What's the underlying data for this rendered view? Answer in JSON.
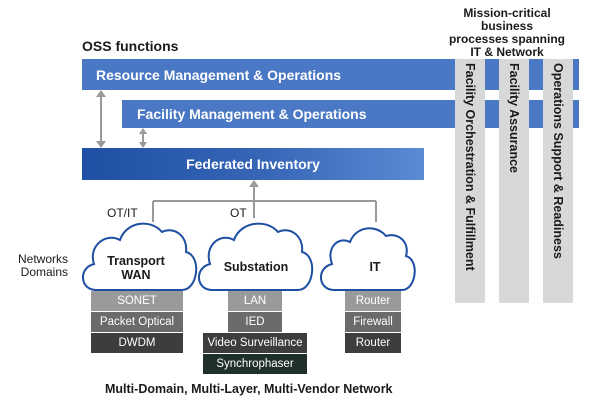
{
  "header": {
    "mission_line1": "Mission-critical business",
    "mission_line2": "processes spanning",
    "mission_line3": "IT & Network",
    "oss_label": "OSS functions"
  },
  "bands": {
    "resource": "Resource Management & Operations",
    "facility": "Facility Management & Operations",
    "federated": "Federated Inventory"
  },
  "columns": {
    "orchestration": "Facility Orchestration & Fulfillment",
    "assurance": "Facility Assurance",
    "operations": "Operations Support & Readiness"
  },
  "connectors": {
    "ot_it": "OT/IT",
    "ot": "OT"
  },
  "domains_label": {
    "line1": "Networks",
    "line2": "Domains"
  },
  "domains": [
    {
      "name_line1": "Transport",
      "name_line2": "WAN",
      "items": [
        "SONET",
        "Packet Optical",
        "DWDM"
      ]
    },
    {
      "name_line1": "Substation",
      "name_line2": "",
      "items": [
        "LAN",
        "IED",
        "Video Surveillance",
        "Synchrophaser"
      ]
    },
    {
      "name_line1": "IT",
      "name_line2": "",
      "items": [
        "Router",
        "Firewall",
        "Router"
      ]
    }
  ],
  "footer": "Multi-Domain, Multi-Layer, Multi-Vendor Network",
  "colors": {
    "band_blue": "#4a78c4",
    "federated_dark": "#1e4fa2",
    "column_gray": "#d7d8da",
    "connector_gray": "#9a9a9a"
  }
}
